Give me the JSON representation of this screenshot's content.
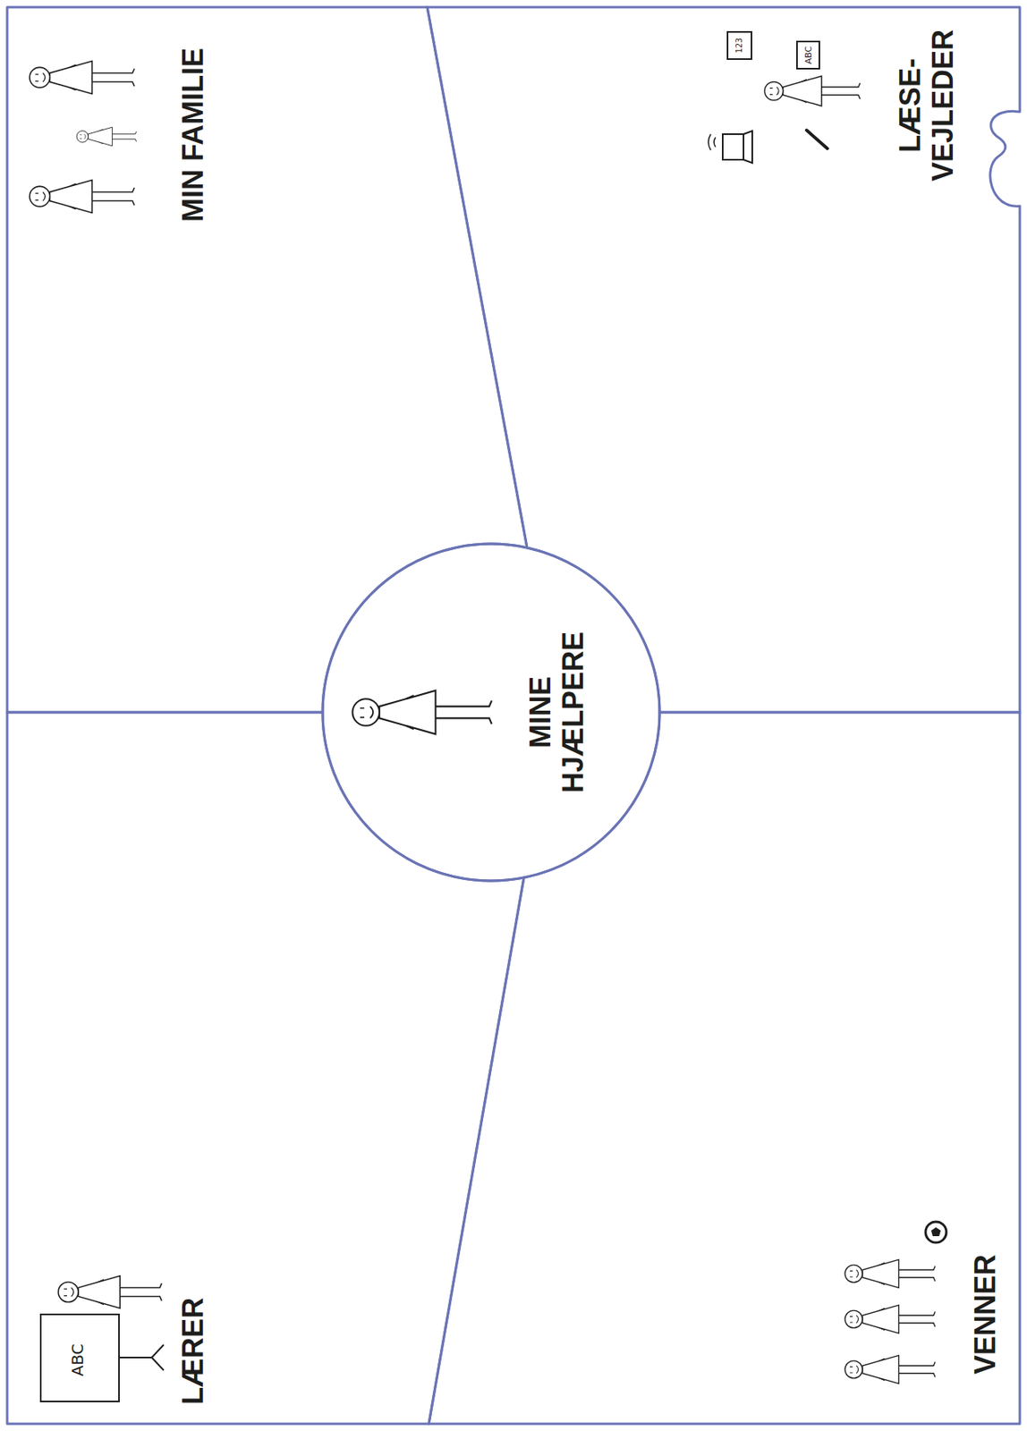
{
  "diagram": {
    "nodes": [
      {
        "text": [
          "LÆRER"
        ]
      },
      {
        "text": [
          "MIN FAMILIE"
        ]
      },
      {
        "text": [
          "MINE HJÆLPERE"
        ]
      },
      {
        "text": [
          "VENNER"
        ]
      },
      {
        "text": [
          "LÆSE- VEJLEDER"
        ]
      }
    ],
    "labels": [
      "ABC",
      "123",
      "ABC"
    ]
  }
}
